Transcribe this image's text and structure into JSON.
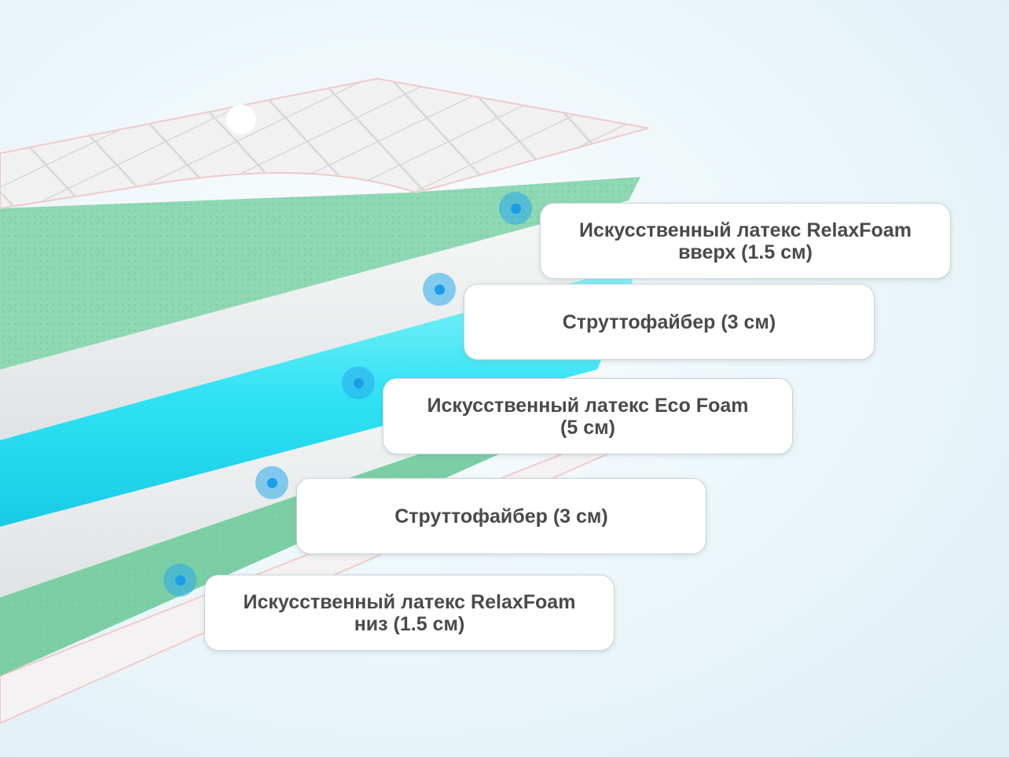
{
  "layers": [
    {
      "label": "Искусственный латекс RelaxFoam\nвверх (1.5 см)"
    },
    {
      "label": "Струттофайбер (3 см)"
    },
    {
      "label": "Искусственный латекс Eco Foam\n(5 см)"
    },
    {
      "label": "Струттофайбер (3 см)"
    },
    {
      "label": "Искусственный латекс RelaxFoam\nниз (1.5 см)"
    }
  ],
  "colors": {
    "cover": "#f2f2f2",
    "latex_green": "#8fd8b4",
    "strutto_white": "#eef0f0",
    "eco_foam_cyan": "#3fe6f6",
    "marker": "#1a9ee8"
  },
  "icons": {
    "marker": "hotspot-dot-icon"
  }
}
